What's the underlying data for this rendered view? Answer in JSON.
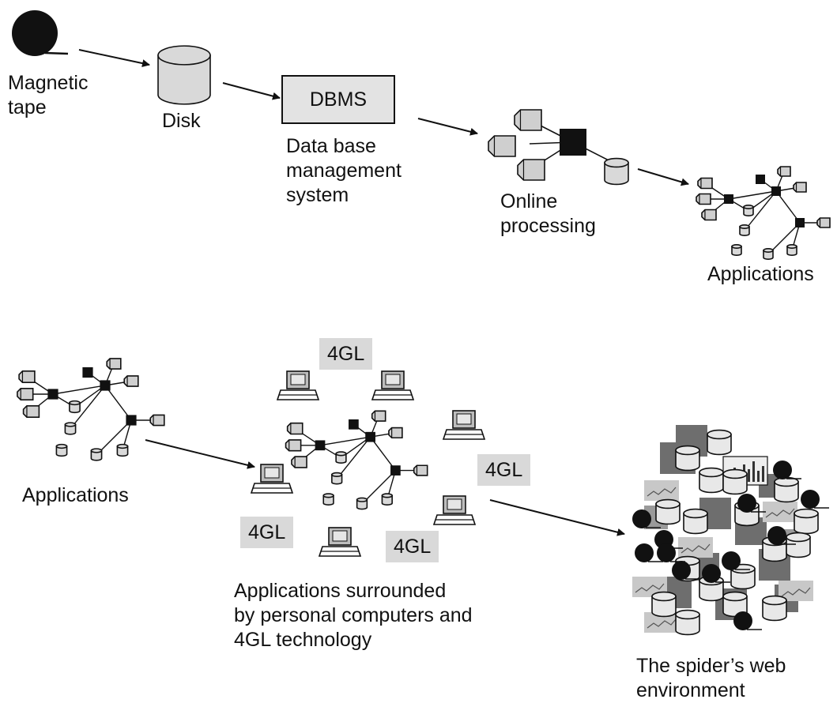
{
  "labels": {
    "magnetic_tape": [
      "Magnetic",
      "tape"
    ],
    "disk": "Disk",
    "dbms_box": "DBMS",
    "dbms_caption": [
      "Data base",
      "management",
      "system"
    ],
    "online_processing": [
      "Online",
      "processing"
    ],
    "applications_top": "Applications",
    "applications_bottom": "Applications",
    "surrounded_caption": [
      "Applications surrounded",
      "by personal computers and",
      "4GL technology"
    ],
    "fourgl": [
      "4GL",
      "4GL",
      "4GL",
      "4GL"
    ],
    "spider_caption": [
      "The spider’s web",
      "environment"
    ]
  },
  "colors": {
    "ink": "#111111",
    "disk_fill": "#d9d9d9",
    "box_fill": "#e3e3e3",
    "tag_fill": "#d9d9d9",
    "dark_block": "#6e6e6e"
  }
}
